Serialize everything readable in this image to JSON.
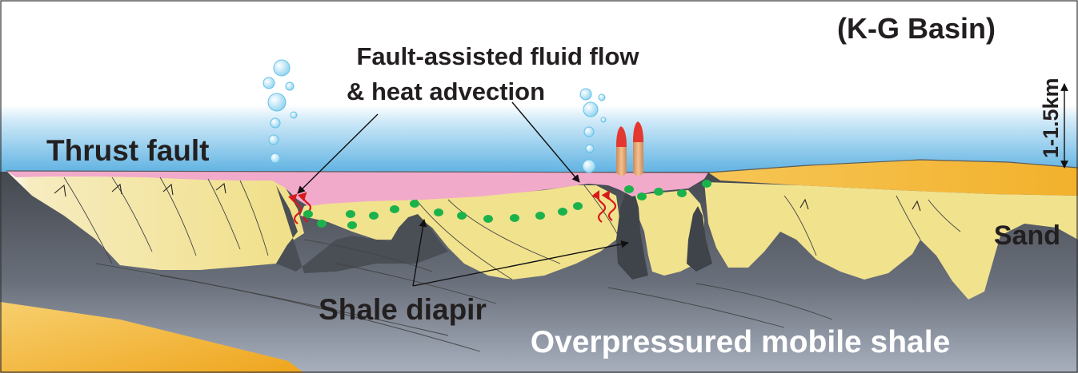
{
  "figure": {
    "region_label": "(K-G Basin)",
    "depth_scale_label": "1-1.5km",
    "labels": {
      "thrust_fault": "Thrust fault",
      "fluid_flow_line1": "Fault-assisted fluid flow",
      "fluid_flow_line2": "& heat advection",
      "sand": "Sand",
      "shale_diapir": "Shale diapir",
      "mobile_shale": "Overpressured mobile shale"
    },
    "colors": {
      "sea_top": "#ffffff",
      "sea_bottom": "#3fa3dc",
      "seafloor_sediment": "#f2aacb",
      "sand_yellow": "#f1e28e",
      "sand_orange": "#f3b531",
      "shale_dark": "#4b4f56",
      "shale_light": "#a5adbb",
      "hydrate_dots": "#1bb24b",
      "fluid_arrows": "#d7191c",
      "chimney_tip": "#e3372f",
      "chimney_body": "#f2b37f"
    }
  }
}
